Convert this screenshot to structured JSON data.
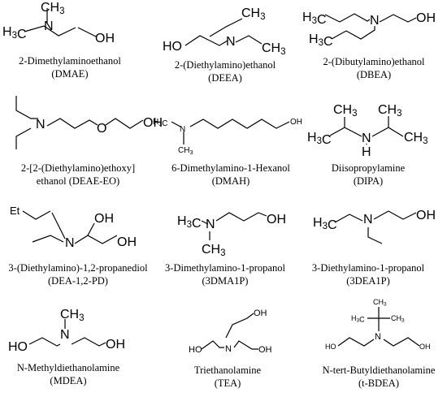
{
  "molecules": [
    {
      "name": "2-Dimethylaminoethanol",
      "abbr": "(DMAE)",
      "atoms": [
        "CH3",
        "N",
        "H3C",
        "OH"
      ]
    },
    {
      "name": "2-(Diethylamino)ethanol",
      "abbr": "(DEEA)",
      "atoms": [
        "CH3",
        "HO",
        "N",
        "CH3"
      ]
    },
    {
      "name": "2-(Dibutylamino)ethanol",
      "abbr": "(DBEA)",
      "atoms": [
        "H3C",
        "N",
        "OH",
        "H3C"
      ]
    },
    {
      "name": "2-[2-(Diethylamino)ethoxy]",
      "abbr": "ethanol (DEAE-EO)",
      "atoms": [
        "N",
        "O",
        "OH"
      ]
    },
    {
      "name": "6-Dimethylamino-1-Hexanol",
      "abbr": "(DMAH)",
      "atoms": [
        "H3C",
        "N",
        "CH3",
        "OH"
      ]
    },
    {
      "name": "Diisopropylamine",
      "abbr": "(DIPA)",
      "atoms": [
        "CH3",
        "CH3",
        "H3C",
        "N",
        "CH3",
        "H"
      ]
    },
    {
      "name": "3-(Diethylamino)-1,2-propanediol",
      "abbr": "(DEA-1,2-PD)",
      "atoms": [
        "OH",
        "N",
        "OH"
      ]
    },
    {
      "name": "3-Dimethylamino-1-propanol",
      "abbr": "(3DMA1P)",
      "atoms": [
        "H3C",
        "N",
        "OH",
        "CH3"
      ]
    },
    {
      "name": "3-Diethylamino-1-propanol",
      "abbr": "(3DEA1P)",
      "atoms": [
        "H3C",
        "N",
        "OH"
      ]
    },
    {
      "name": "N-Methyldiethanolamine",
      "abbr": "(MDEA)",
      "atoms": [
        "CH3",
        "HO",
        "N",
        "OH"
      ]
    },
    {
      "name": "Triethanolamine",
      "abbr": "(TEA)",
      "atoms": [
        "OH",
        "HO",
        "N",
        "OH"
      ]
    },
    {
      "name": "N-tert-Butyldiethanolamine",
      "abbr": "(t-BDEA)",
      "atoms": [
        "CH3",
        "H3C",
        "CH3",
        "HO",
        "N",
        "OH"
      ]
    }
  ]
}
